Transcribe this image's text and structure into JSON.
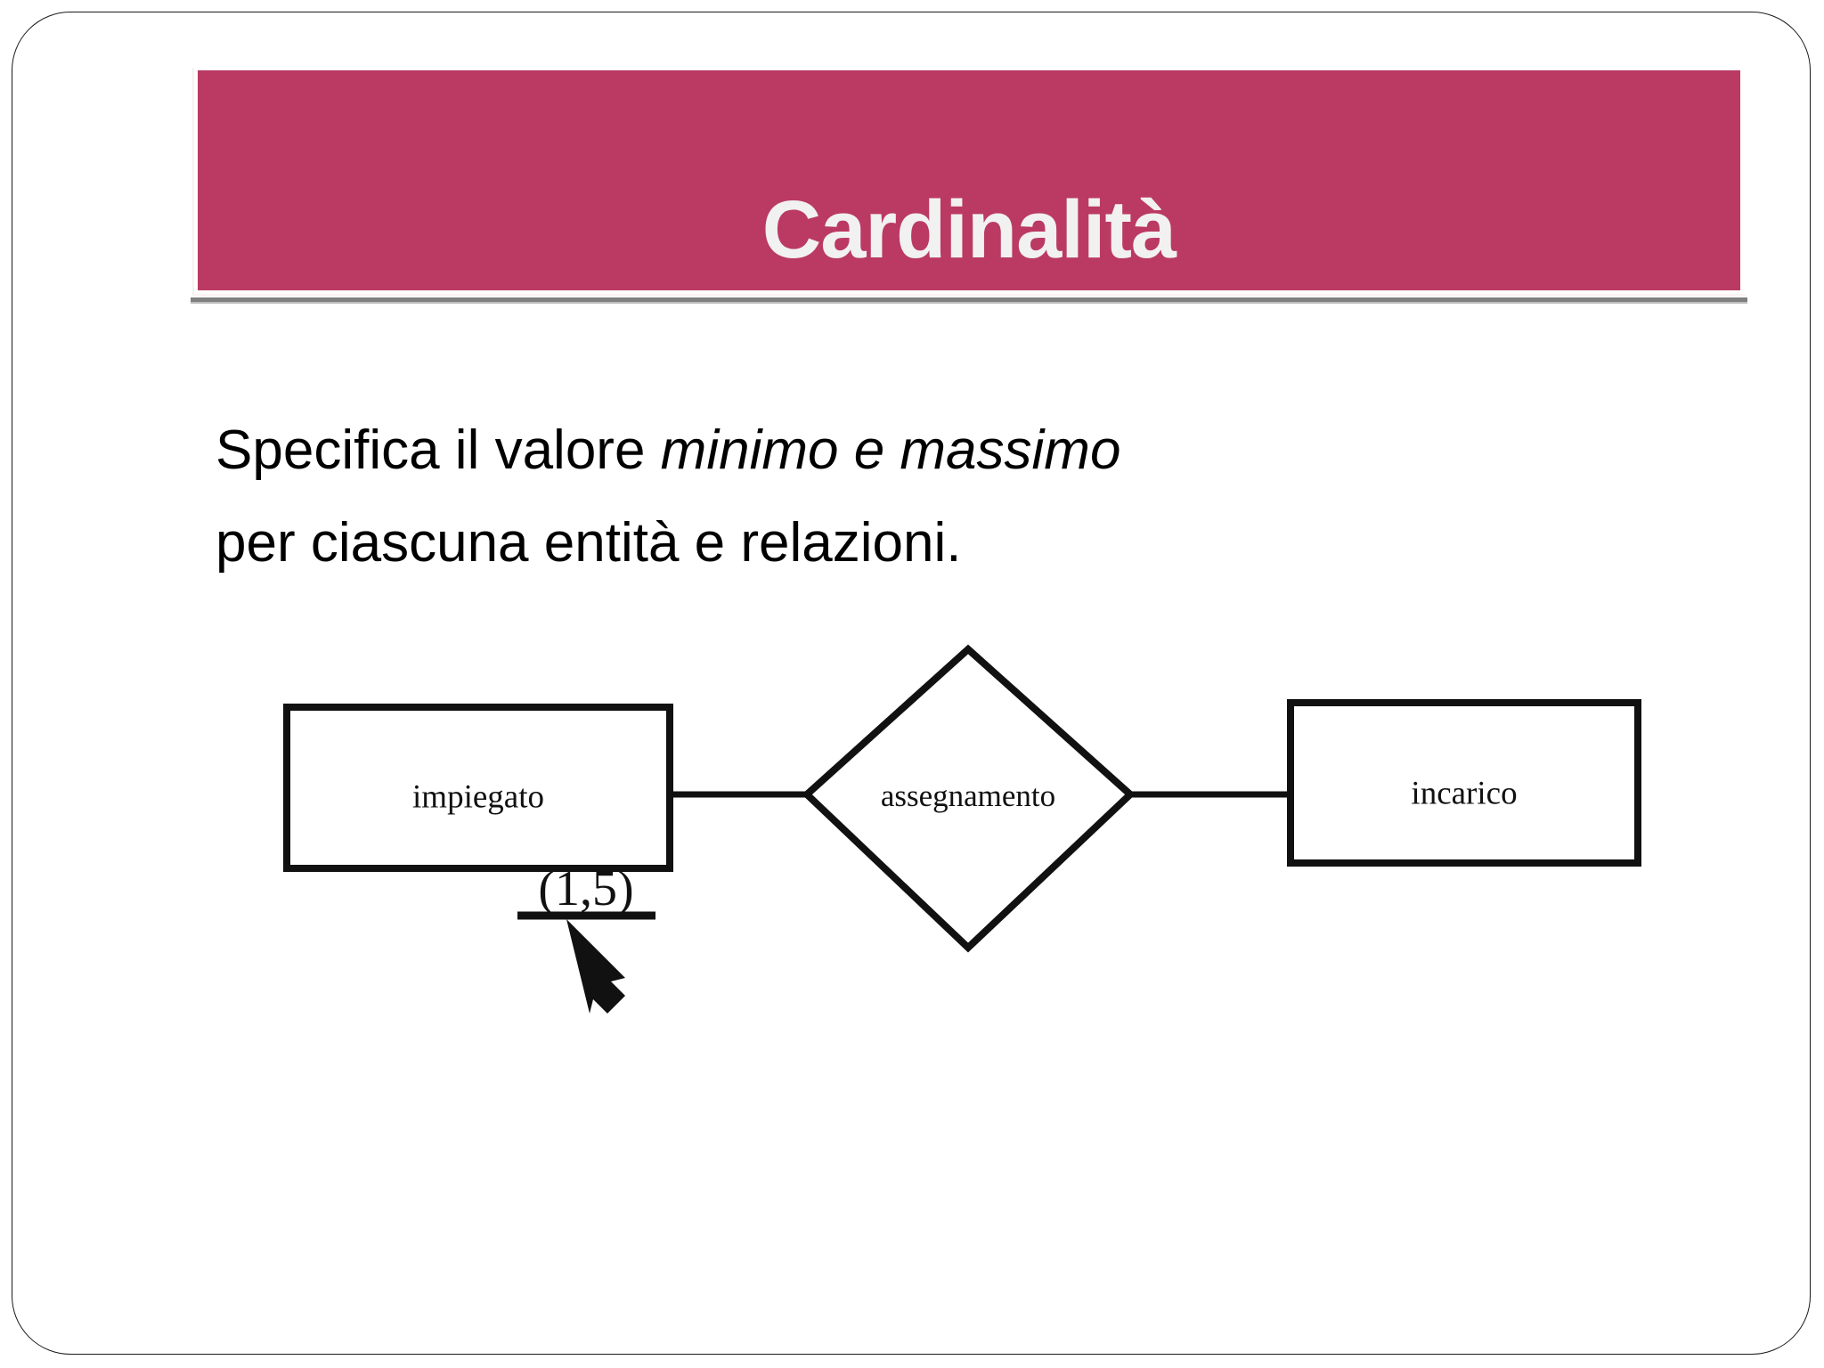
{
  "slide": {
    "title": "Cardinalità",
    "accent_color": "#ba3a63",
    "title_text_color": "#f1f1f1",
    "rule_color": "#808080",
    "border_color": "#1a1a1a"
  },
  "body": {
    "line1_prefix": "Specifica il valore ",
    "line1_emphasis": "minimo e massimo",
    "line2": "per ciascuna entità e relazioni."
  },
  "diagram": {
    "type": "entity-relationship",
    "entity_left": "impiegato",
    "relationship": "assegnamento",
    "entity_right": "incarico",
    "cardinality_label": "(1,5)",
    "cardinality_min": 1,
    "cardinality_max": 5,
    "cardinality_applies_to": "impiegato",
    "annotation_icon": "arrow-up-left-pointer",
    "stroke_color": "#111111"
  }
}
